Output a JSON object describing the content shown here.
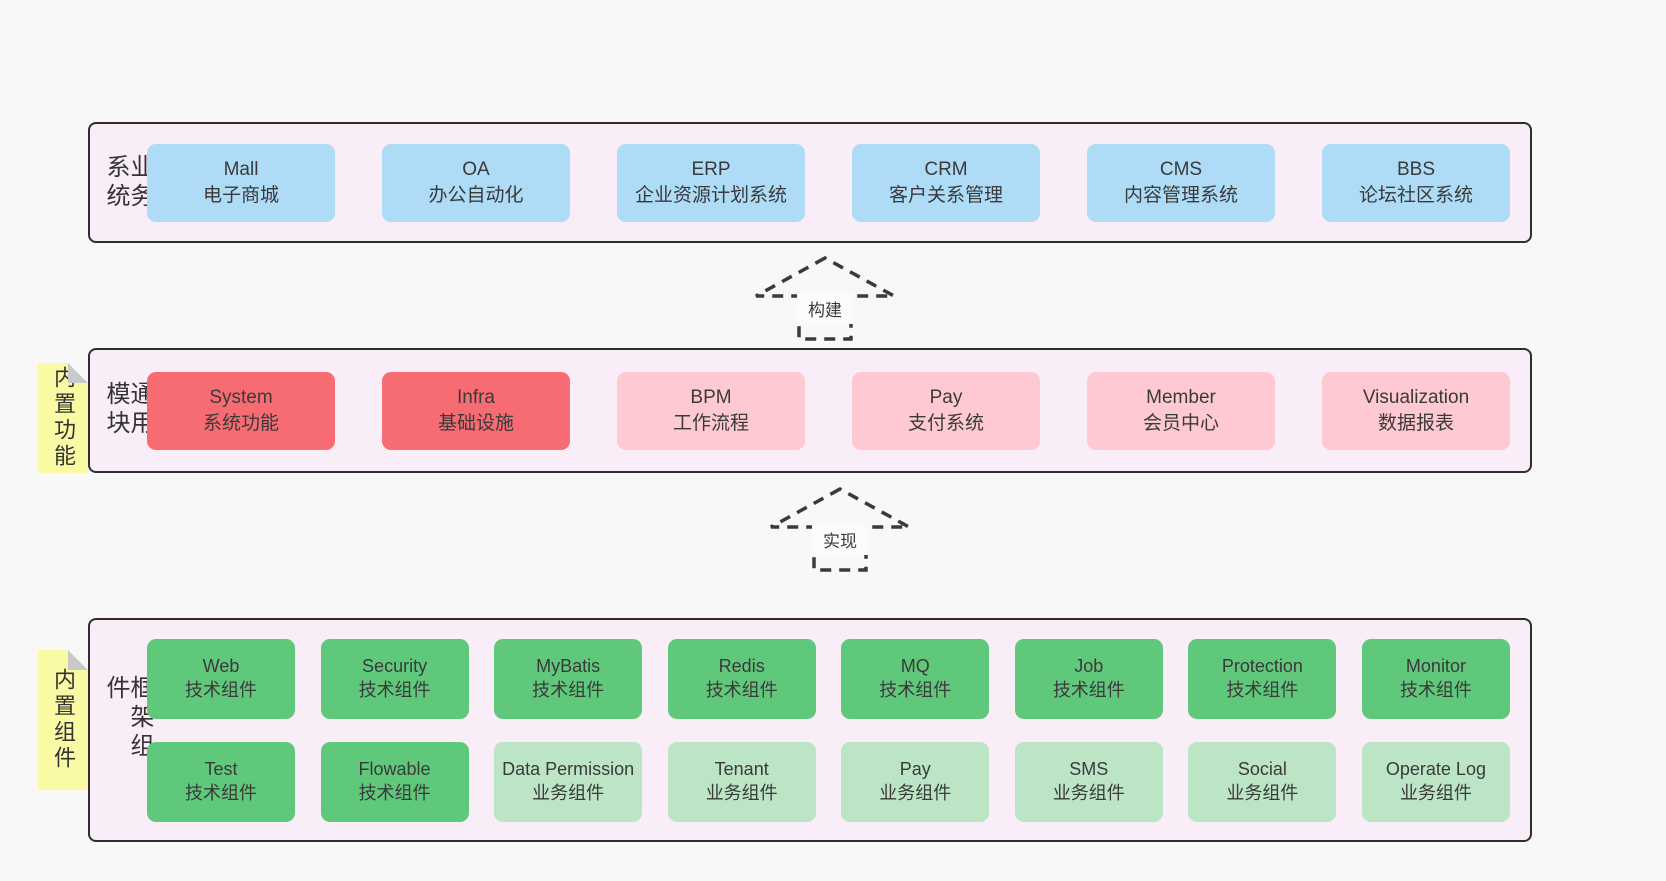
{
  "arrows": {
    "build": "构建",
    "implement": "实现"
  },
  "colors": {
    "page_bg": "#f8f8f8",
    "panel_bg": "#f9edf8",
    "panel_border": "#2e2e2e",
    "box_blue": "#aedcf7",
    "box_red": "#f76c72",
    "box_pink": "#ffc9d2",
    "box_green": "#60c87b",
    "box_light_green": "#bce5c6",
    "sticky_yellow": "#fafaa5",
    "sticky_fold_gray": "#c9c9c9",
    "text": "#3a3a3a"
  },
  "panels": {
    "business": {
      "side_label": "业务系统",
      "boxes": [
        {
          "en": "Mall",
          "zh": "电子商城"
        },
        {
          "en": "OA",
          "zh": "办公自动化"
        },
        {
          "en": "ERP",
          "zh": "企业资源计划系统"
        },
        {
          "en": "CRM",
          "zh": "客户关系管理"
        },
        {
          "en": "CMS",
          "zh": "内容管理系统"
        },
        {
          "en": "BBS",
          "zh": "论坛社区系统"
        }
      ]
    },
    "modules": {
      "side_label": "通用模块",
      "sticky_label": "内置功能",
      "boxes": [
        {
          "en": "System",
          "zh": "系统功能"
        },
        {
          "en": "Infra",
          "zh": "基础设施"
        },
        {
          "en": "BPM",
          "zh": "工作流程"
        },
        {
          "en": "Pay",
          "zh": "支付系统"
        },
        {
          "en": "Member",
          "zh": "会员中心"
        },
        {
          "en": "Visualization",
          "zh": "数据报表"
        }
      ]
    },
    "framework": {
      "side_label": "框架组件",
      "sticky_label": "内置组件",
      "row1": [
        {
          "en": "Web",
          "zh": "技术组件"
        },
        {
          "en": "Security",
          "zh": "技术组件"
        },
        {
          "en": "MyBatis",
          "zh": "技术组件"
        },
        {
          "en": "Redis",
          "zh": "技术组件"
        },
        {
          "en": "MQ",
          "zh": "技术组件"
        },
        {
          "en": "Job",
          "zh": "技术组件"
        },
        {
          "en": "Protection",
          "zh": "技术组件"
        },
        {
          "en": "Monitor",
          "zh": "技术组件"
        }
      ],
      "row2": [
        {
          "en": "Test",
          "zh": "技术组件"
        },
        {
          "en": "Flowable",
          "zh": "技术组件"
        },
        {
          "en": "Data Permission",
          "zh": "业务组件"
        },
        {
          "en": "Tenant",
          "zh": "业务组件"
        },
        {
          "en": "Pay",
          "zh": "业务组件"
        },
        {
          "en": "SMS",
          "zh": "业务组件"
        },
        {
          "en": "Social",
          "zh": "业务组件"
        },
        {
          "en": "Operate Log",
          "zh": "业务组件"
        }
      ]
    }
  }
}
